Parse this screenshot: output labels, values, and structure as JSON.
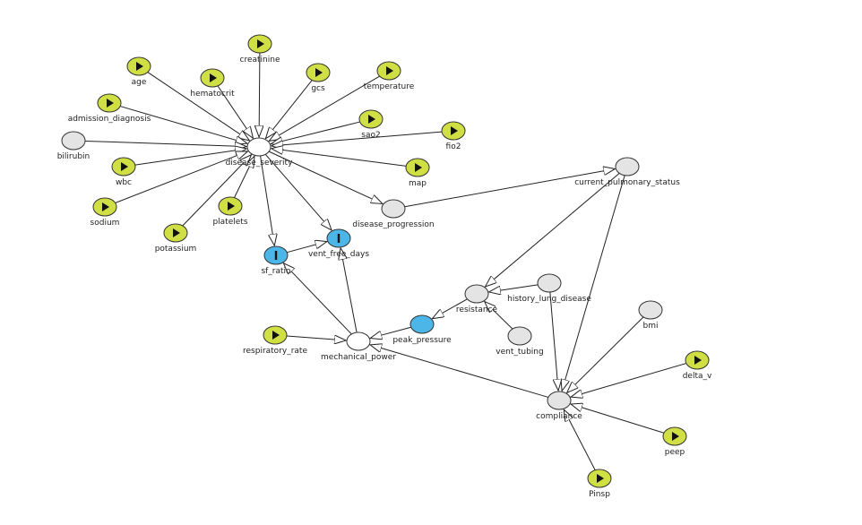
{
  "graph": {
    "colors": {
      "exposure": "#cfdf44",
      "outcome": "#4db6e8",
      "adjusted": "#ffffff",
      "latent": "#e4e4e4",
      "edge": "#222222"
    },
    "nodes": [
      {
        "id": "creatinine",
        "label": "creatinine",
        "kind": "exposure"
      },
      {
        "id": "age",
        "label": "age",
        "kind": "exposure"
      },
      {
        "id": "hematocrit",
        "label": "hematocrit",
        "kind": "exposure"
      },
      {
        "id": "gcs",
        "label": "gcs",
        "kind": "exposure"
      },
      {
        "id": "temperature",
        "label": "temperature",
        "kind": "exposure"
      },
      {
        "id": "admission_diagnosis",
        "label": "admission_diagnosis",
        "kind": "exposure"
      },
      {
        "id": "sao2",
        "label": "sao2",
        "kind": "exposure"
      },
      {
        "id": "fio2",
        "label": "fio2",
        "kind": "exposure"
      },
      {
        "id": "bilirubin",
        "label": "bilirubin",
        "kind": "latent"
      },
      {
        "id": "disease_severity",
        "label": "disease_severity",
        "kind": "adjusted"
      },
      {
        "id": "wbc",
        "label": "wbc",
        "kind": "exposure"
      },
      {
        "id": "map",
        "label": "map",
        "kind": "exposure"
      },
      {
        "id": "sodium",
        "label": "sodium",
        "kind": "exposure"
      },
      {
        "id": "platelets",
        "label": "platelets",
        "kind": "exposure"
      },
      {
        "id": "potassium",
        "label": "potassium",
        "kind": "exposure"
      },
      {
        "id": "disease_progression",
        "label": "disease_progression",
        "kind": "latent"
      },
      {
        "id": "current_pulmonary_status",
        "label": "current_pulmonary_status",
        "kind": "latent"
      },
      {
        "id": "sf_ratio",
        "label": "sf_ratio",
        "kind": "outcome"
      },
      {
        "id": "vent_free_days",
        "label": "vent_free_days",
        "kind": "outcome"
      },
      {
        "id": "resistance",
        "label": "resistance",
        "kind": "latent"
      },
      {
        "id": "history_lung_disease",
        "label": "history_lung_disease",
        "kind": "latent"
      },
      {
        "id": "peak_pressure",
        "label": "peak_pressure",
        "kind": "outcome-plain"
      },
      {
        "id": "vent_tubing",
        "label": "vent_tubing",
        "kind": "latent"
      },
      {
        "id": "respiratory_rate",
        "label": "respiratory_rate",
        "kind": "exposure"
      },
      {
        "id": "mechanical_power",
        "label": "mechanical_power",
        "kind": "adjusted"
      },
      {
        "id": "bmi",
        "label": "bmi",
        "kind": "latent"
      },
      {
        "id": "delta_v",
        "label": "delta_v",
        "kind": "exposure"
      },
      {
        "id": "compliance",
        "label": "compliance",
        "kind": "latent"
      },
      {
        "id": "peep",
        "label": "peep",
        "kind": "exposure"
      },
      {
        "id": "Pinsp",
        "label": "Pinsp",
        "kind": "exposure"
      }
    ],
    "edges": [
      [
        "creatinine",
        "disease_severity"
      ],
      [
        "age",
        "disease_severity"
      ],
      [
        "hematocrit",
        "disease_severity"
      ],
      [
        "gcs",
        "disease_severity"
      ],
      [
        "temperature",
        "disease_severity"
      ],
      [
        "admission_diagnosis",
        "disease_severity"
      ],
      [
        "sao2",
        "disease_severity"
      ],
      [
        "fio2",
        "disease_severity"
      ],
      [
        "bilirubin",
        "disease_severity"
      ],
      [
        "wbc",
        "disease_severity"
      ],
      [
        "map",
        "disease_severity"
      ],
      [
        "sodium",
        "disease_severity"
      ],
      [
        "platelets",
        "disease_severity"
      ],
      [
        "potassium",
        "disease_severity"
      ],
      [
        "disease_severity",
        "disease_progression"
      ],
      [
        "disease_severity",
        "sf_ratio"
      ],
      [
        "disease_severity",
        "vent_free_days"
      ],
      [
        "sf_ratio",
        "vent_free_days"
      ],
      [
        "disease_progression",
        "current_pulmonary_status"
      ],
      [
        "current_pulmonary_status",
        "resistance"
      ],
      [
        "current_pulmonary_status",
        "compliance"
      ],
      [
        "history_lung_disease",
        "resistance"
      ],
      [
        "history_lung_disease",
        "compliance"
      ],
      [
        "vent_tubing",
        "resistance"
      ],
      [
        "resistance",
        "peak_pressure"
      ],
      [
        "peak_pressure",
        "mechanical_power"
      ],
      [
        "respiratory_rate",
        "mechanical_power"
      ],
      [
        "mechanical_power",
        "sf_ratio"
      ],
      [
        "mechanical_power",
        "vent_free_days"
      ],
      [
        "compliance",
        "mechanical_power"
      ],
      [
        "bmi",
        "compliance"
      ],
      [
        "delta_v",
        "compliance"
      ],
      [
        "peep",
        "compliance"
      ],
      [
        "Pinsp",
        "compliance"
      ]
    ]
  }
}
